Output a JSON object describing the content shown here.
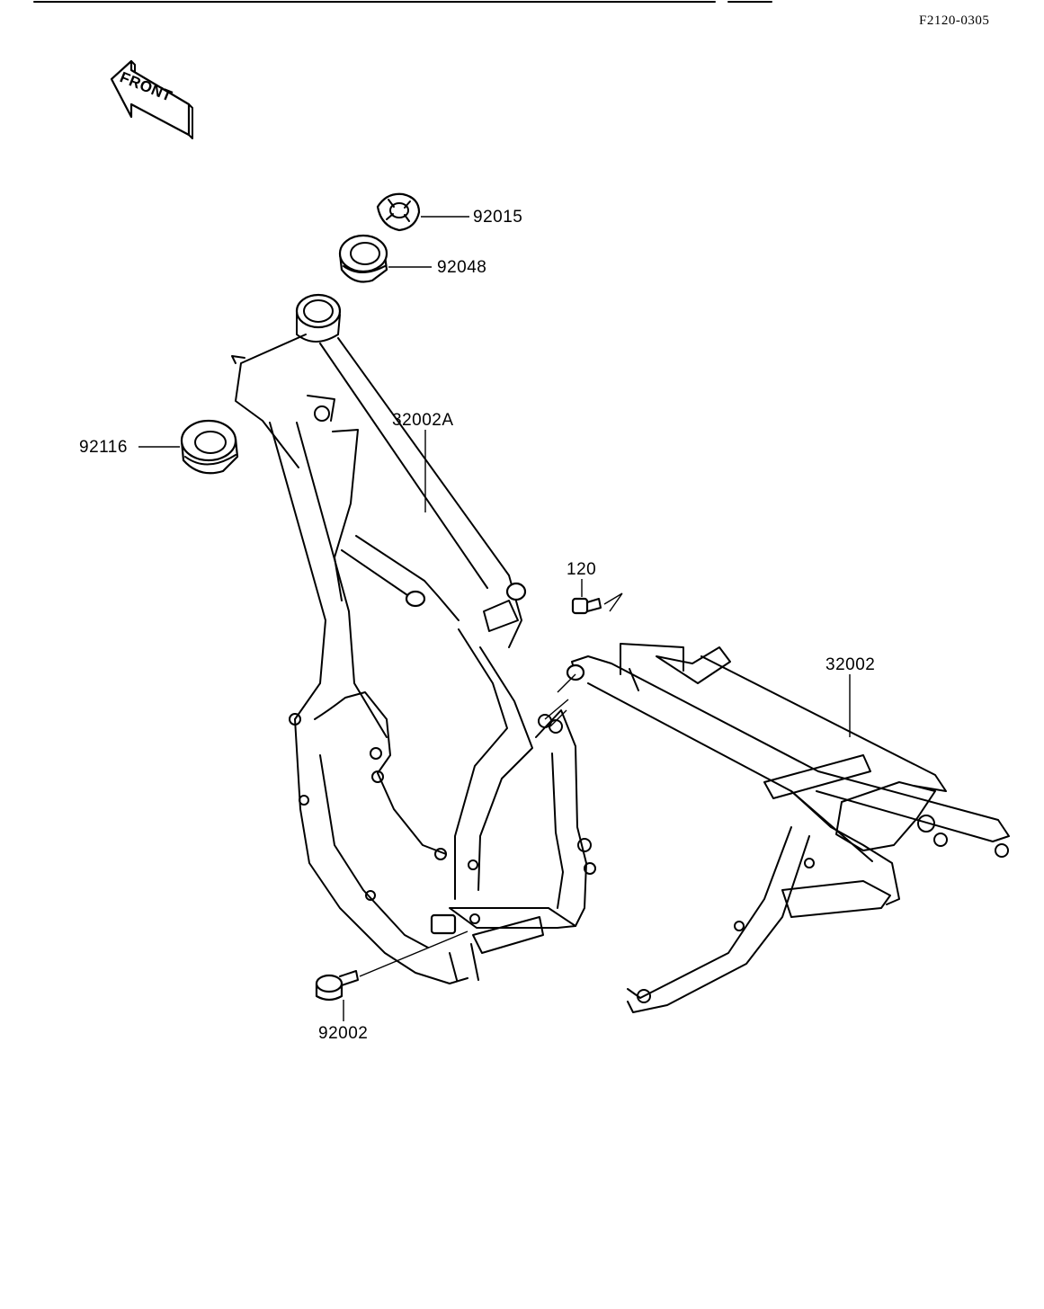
{
  "diagram": {
    "sheet_code": "F2120-0305",
    "front_arrow_label": "FRONT",
    "parts": [
      {
        "id": "p92015",
        "number": "92015"
      },
      {
        "id": "p92048",
        "number": "92048"
      },
      {
        "id": "p92116",
        "number": "92116"
      },
      {
        "id": "p32002A",
        "number": "32002A"
      },
      {
        "id": "p120",
        "number": "120"
      },
      {
        "id": "p32002",
        "number": "32002"
      },
      {
        "id": "p92002",
        "number": "92002"
      }
    ]
  }
}
